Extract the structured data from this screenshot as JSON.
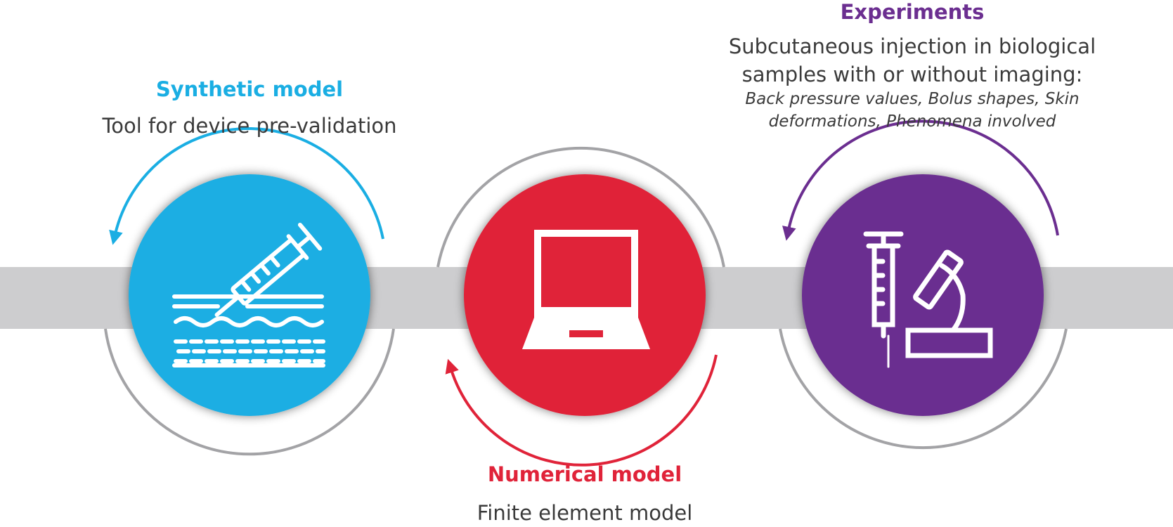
{
  "colors": {
    "synthetic": "#1aaee3",
    "numerical": "#e02339",
    "experiments": "#6b2e90",
    "band": "#cdcdcf",
    "ring": "#a3a3a6",
    "text": "#3a3a3a"
  },
  "nodes": {
    "synthetic": {
      "title": "Synthetic model",
      "description": "Tool for device pre-validation",
      "icon": "syringe-skin-icon"
    },
    "numerical": {
      "title": "Numerical model",
      "description": "Finite element model",
      "icon": "laptop-icon"
    },
    "experiments": {
      "title": "Experiments",
      "description_line1": "Subcutaneous injection in biological",
      "description_line2": "samples with or without imaging:",
      "details_line1": "Back pressure values, Bolus shapes, Skin",
      "details_line2": "deformations, Phenomena involved",
      "icon": "syringe-microscope-icon"
    }
  }
}
